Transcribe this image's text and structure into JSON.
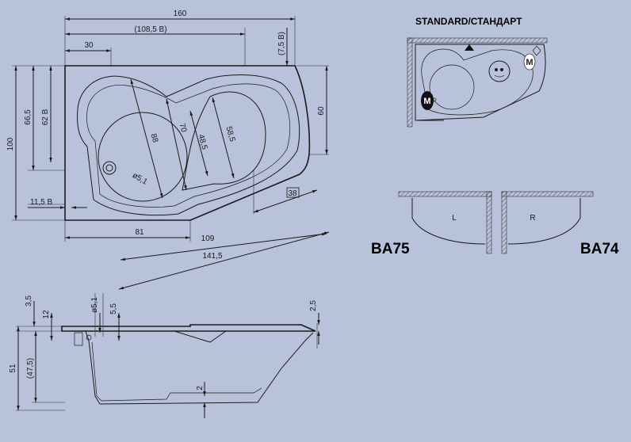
{
  "top_view": {
    "dims": {
      "width_total": "160",
      "width_b": "(108,5 B)",
      "offset_30": "30",
      "height_75b": "(7,5 B)",
      "height_total": "100",
      "height_665": "66,5",
      "height_62b": "62 B",
      "height_60": "60",
      "offset_115b": "11,5 B",
      "width_81": "81",
      "diag_109": "109",
      "diag_1415": "141,5",
      "box_38": "38",
      "inner_88": "88",
      "inner_70": "70",
      "inner_485": "48,5",
      "inner_585": "58,5",
      "drain_51": "ø5,1"
    }
  },
  "side_view": {
    "dims": {
      "d_35": "3,5",
      "d_12": "12",
      "d_51_drain": "ø5,1",
      "d_55": "5,5",
      "d_25": "2,5",
      "d_51": "51",
      "d_475": "(47,5)",
      "d_2": "2"
    }
  },
  "standard_view": {
    "title": "STANDARD/СТАНДАРТ",
    "badge_m": "M"
  },
  "models": {
    "left_label": "L",
    "right_label": "R",
    "left_model": "BA75",
    "right_model": "BA74"
  },
  "colors": {
    "background": "#b8c2da",
    "line": "#1a1a1a"
  }
}
